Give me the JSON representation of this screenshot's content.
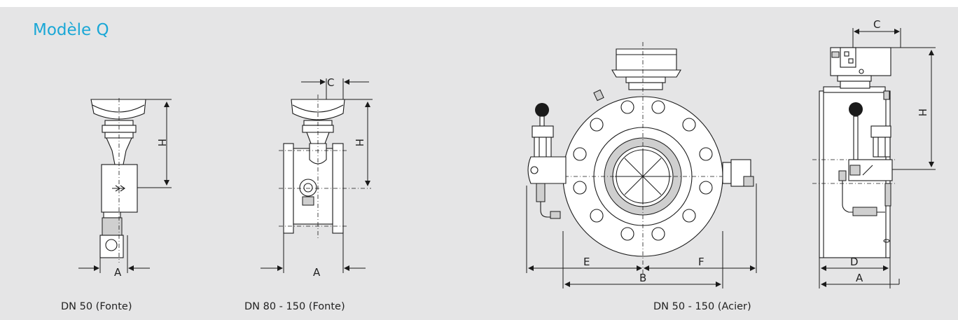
{
  "title": "Modèle Q",
  "captions": {
    "dn50_fonte": "DN 50 (Fonte)",
    "dn80_150_fonte": "DN 80 - 150 (Fonte)",
    "dn50_150_acier": "DN 50 - 150 (Acier)"
  },
  "dimensions": {
    "a": "A",
    "b": "B",
    "c": "C",
    "d": "D",
    "e": "E",
    "f": "F",
    "h": "H"
  },
  "colors": {
    "title": "#1aa7d6",
    "background": "#e5e5e6",
    "line": "#1a1a1a"
  }
}
